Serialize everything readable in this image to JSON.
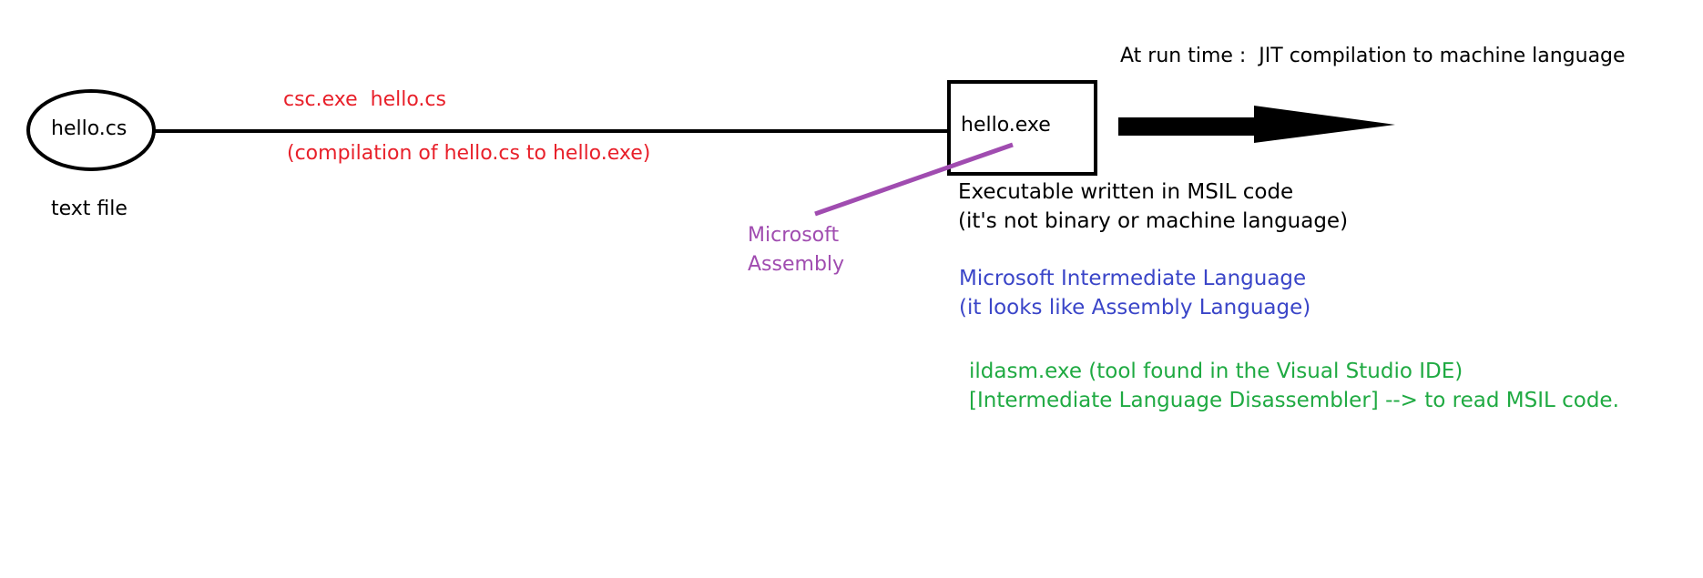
{
  "source_node": {
    "label": "hello.cs",
    "caption": "text file"
  },
  "compile_edge": {
    "command": "csc.exe  hello.cs",
    "description": "(compilation of hello.cs to hello.exe)"
  },
  "output_node": {
    "label": "hello.exe"
  },
  "runtime": {
    "label": "At run time :  JIT compilation to machine language"
  },
  "assembly_callout": {
    "line1": "Microsoft",
    "line2": "Assembly"
  },
  "exe_notes": {
    "line1": "Executable written in MSIL code",
    "line2": "(it's not binary or machine language)"
  },
  "msil_notes": {
    "line1": "Microsoft Intermediate Language",
    "line2": "(it looks like Assembly Language)"
  },
  "ildasm_notes": {
    "line1": "ildasm.exe (tool found in the Visual Studio IDE)",
    "line2": "[Intermediate Language Disassembler] --> to read MSIL code."
  },
  "colors": {
    "red": "#e8202a",
    "purple": "#a04cb0",
    "blue": "#3a45c8",
    "green": "#1faa42",
    "black": "#000000"
  }
}
